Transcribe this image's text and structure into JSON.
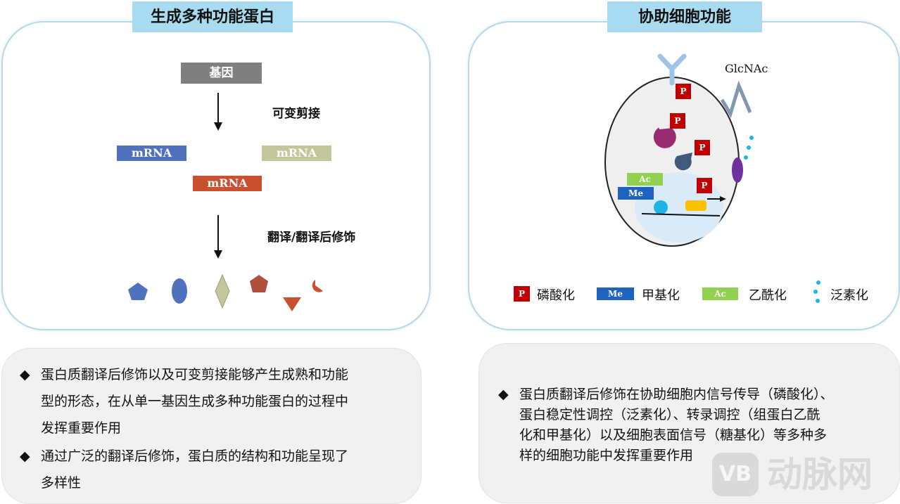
{
  "left_panel": {
    "title": "生成多种功能蛋白",
    "gene_label": "基因",
    "splicing_label": "可变剪接",
    "mrna_labels": [
      "mRNA",
      "mRNA",
      "mRNA"
    ],
    "translation_label": "翻译/翻译后修饰"
  },
  "right_panel": {
    "title": "协助细胞功能",
    "glcnac_label": "GlcNAc",
    "p_label": "P",
    "ac_label": "Ac",
    "me_label": "Me",
    "legend": {
      "phosphorylation": "磷酸化",
      "methylation": "甲基化",
      "acetylation": "乙酰化",
      "ubiquitination": "泛素化"
    }
  },
  "left_note": {
    "bullet_mark": "◆",
    "lines_1": [
      "蛋白质翻译后修饰以及可变剪接能够产生成熟和功能",
      "型的形态，在从单一基因生成多种功能蛋白的过程中",
      "发挥重要作用"
    ],
    "lines_2": [
      "通过广泛的翻译后修饰，蛋白质的结构和功能呈现了",
      "多样性"
    ]
  },
  "right_note": {
    "bullet_mark": "◆",
    "lines": [
      "蛋白质翻译后修饰在协助细胞内信号传导（磷酸化）、",
      "蛋白稳定性调控（泛素化）、转录调控（组蛋白乙酰",
      "化和甲基化）以及细胞表面信号（糖基化）等多种多",
      "样的细胞功能中发挥重要作用"
    ]
  },
  "watermark": {
    "text": "动脉网",
    "logo": "VB"
  },
  "colors": {
    "blue": "#4f71be",
    "olive": "#c3c59a",
    "red": "#c9512f",
    "gray": "#7f7f7f",
    "p_red": "#c00000",
    "me_blue": "#1f63c0",
    "ac_green": "#92d050",
    "dot_blue": "#1eb4e8"
  }
}
